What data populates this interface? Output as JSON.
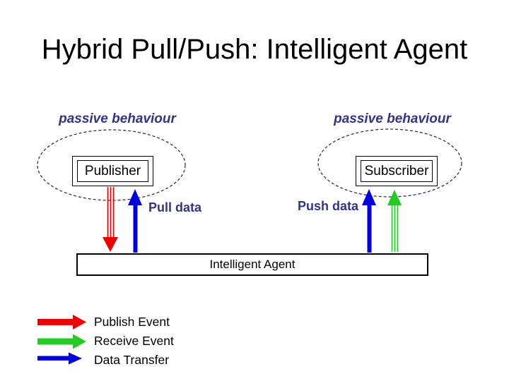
{
  "slide": {
    "title": "Hybrid Pull/Push: Intelligent Agent"
  },
  "annotations": {
    "left_behaviour": "passive behaviour",
    "right_behaviour": "passive behaviour",
    "pull_label": "Pull data",
    "push_label": "Push data"
  },
  "nodes": {
    "publisher": "Publisher",
    "subscriber": "Subscriber",
    "agent": "Intelligent Agent"
  },
  "legend": {
    "items": [
      {
        "label": "Publish Event",
        "color": "#ee0000"
      },
      {
        "label": "Receive Event",
        "color": "#22cc22"
      },
      {
        "label": "Data Transfer",
        "color": "#0000dd"
      }
    ]
  },
  "colors": {
    "publish": "#ee0000",
    "receive": "#22cc22",
    "transfer": "#0000dd",
    "annotation": "#333388",
    "outline": "#222244"
  }
}
